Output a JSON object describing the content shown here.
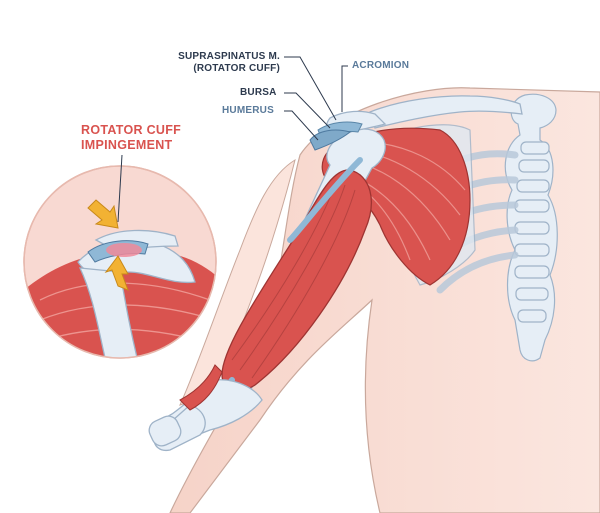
{
  "labels": {
    "supraspinatus_line1": "SUPRASPINATUS M.",
    "supraspinatus_line2": "(ROTATOR CUFF)",
    "bursa": "BURSA",
    "humerus": "HUMERUS",
    "acromion": "ACROMION",
    "impingement_line1": "ROTATOR CUFF",
    "impingement_line2": "IMPINGEMENT"
  },
  "colors": {
    "label_dark": "#2d3a4e",
    "label_blue": "#5a7a9a",
    "label_red": "#d9534f",
    "muscle": "#d9534f",
    "muscle_dark": "#b53a38",
    "bone": "#e6eef6",
    "bone_outline": "#9fb3c8",
    "tendon": "#8fb8d6",
    "skin": "#f7d9cf",
    "arrow": "#f2b233"
  },
  "icons": {
    "impingement_arrows": "yellow-arrow-icon"
  }
}
